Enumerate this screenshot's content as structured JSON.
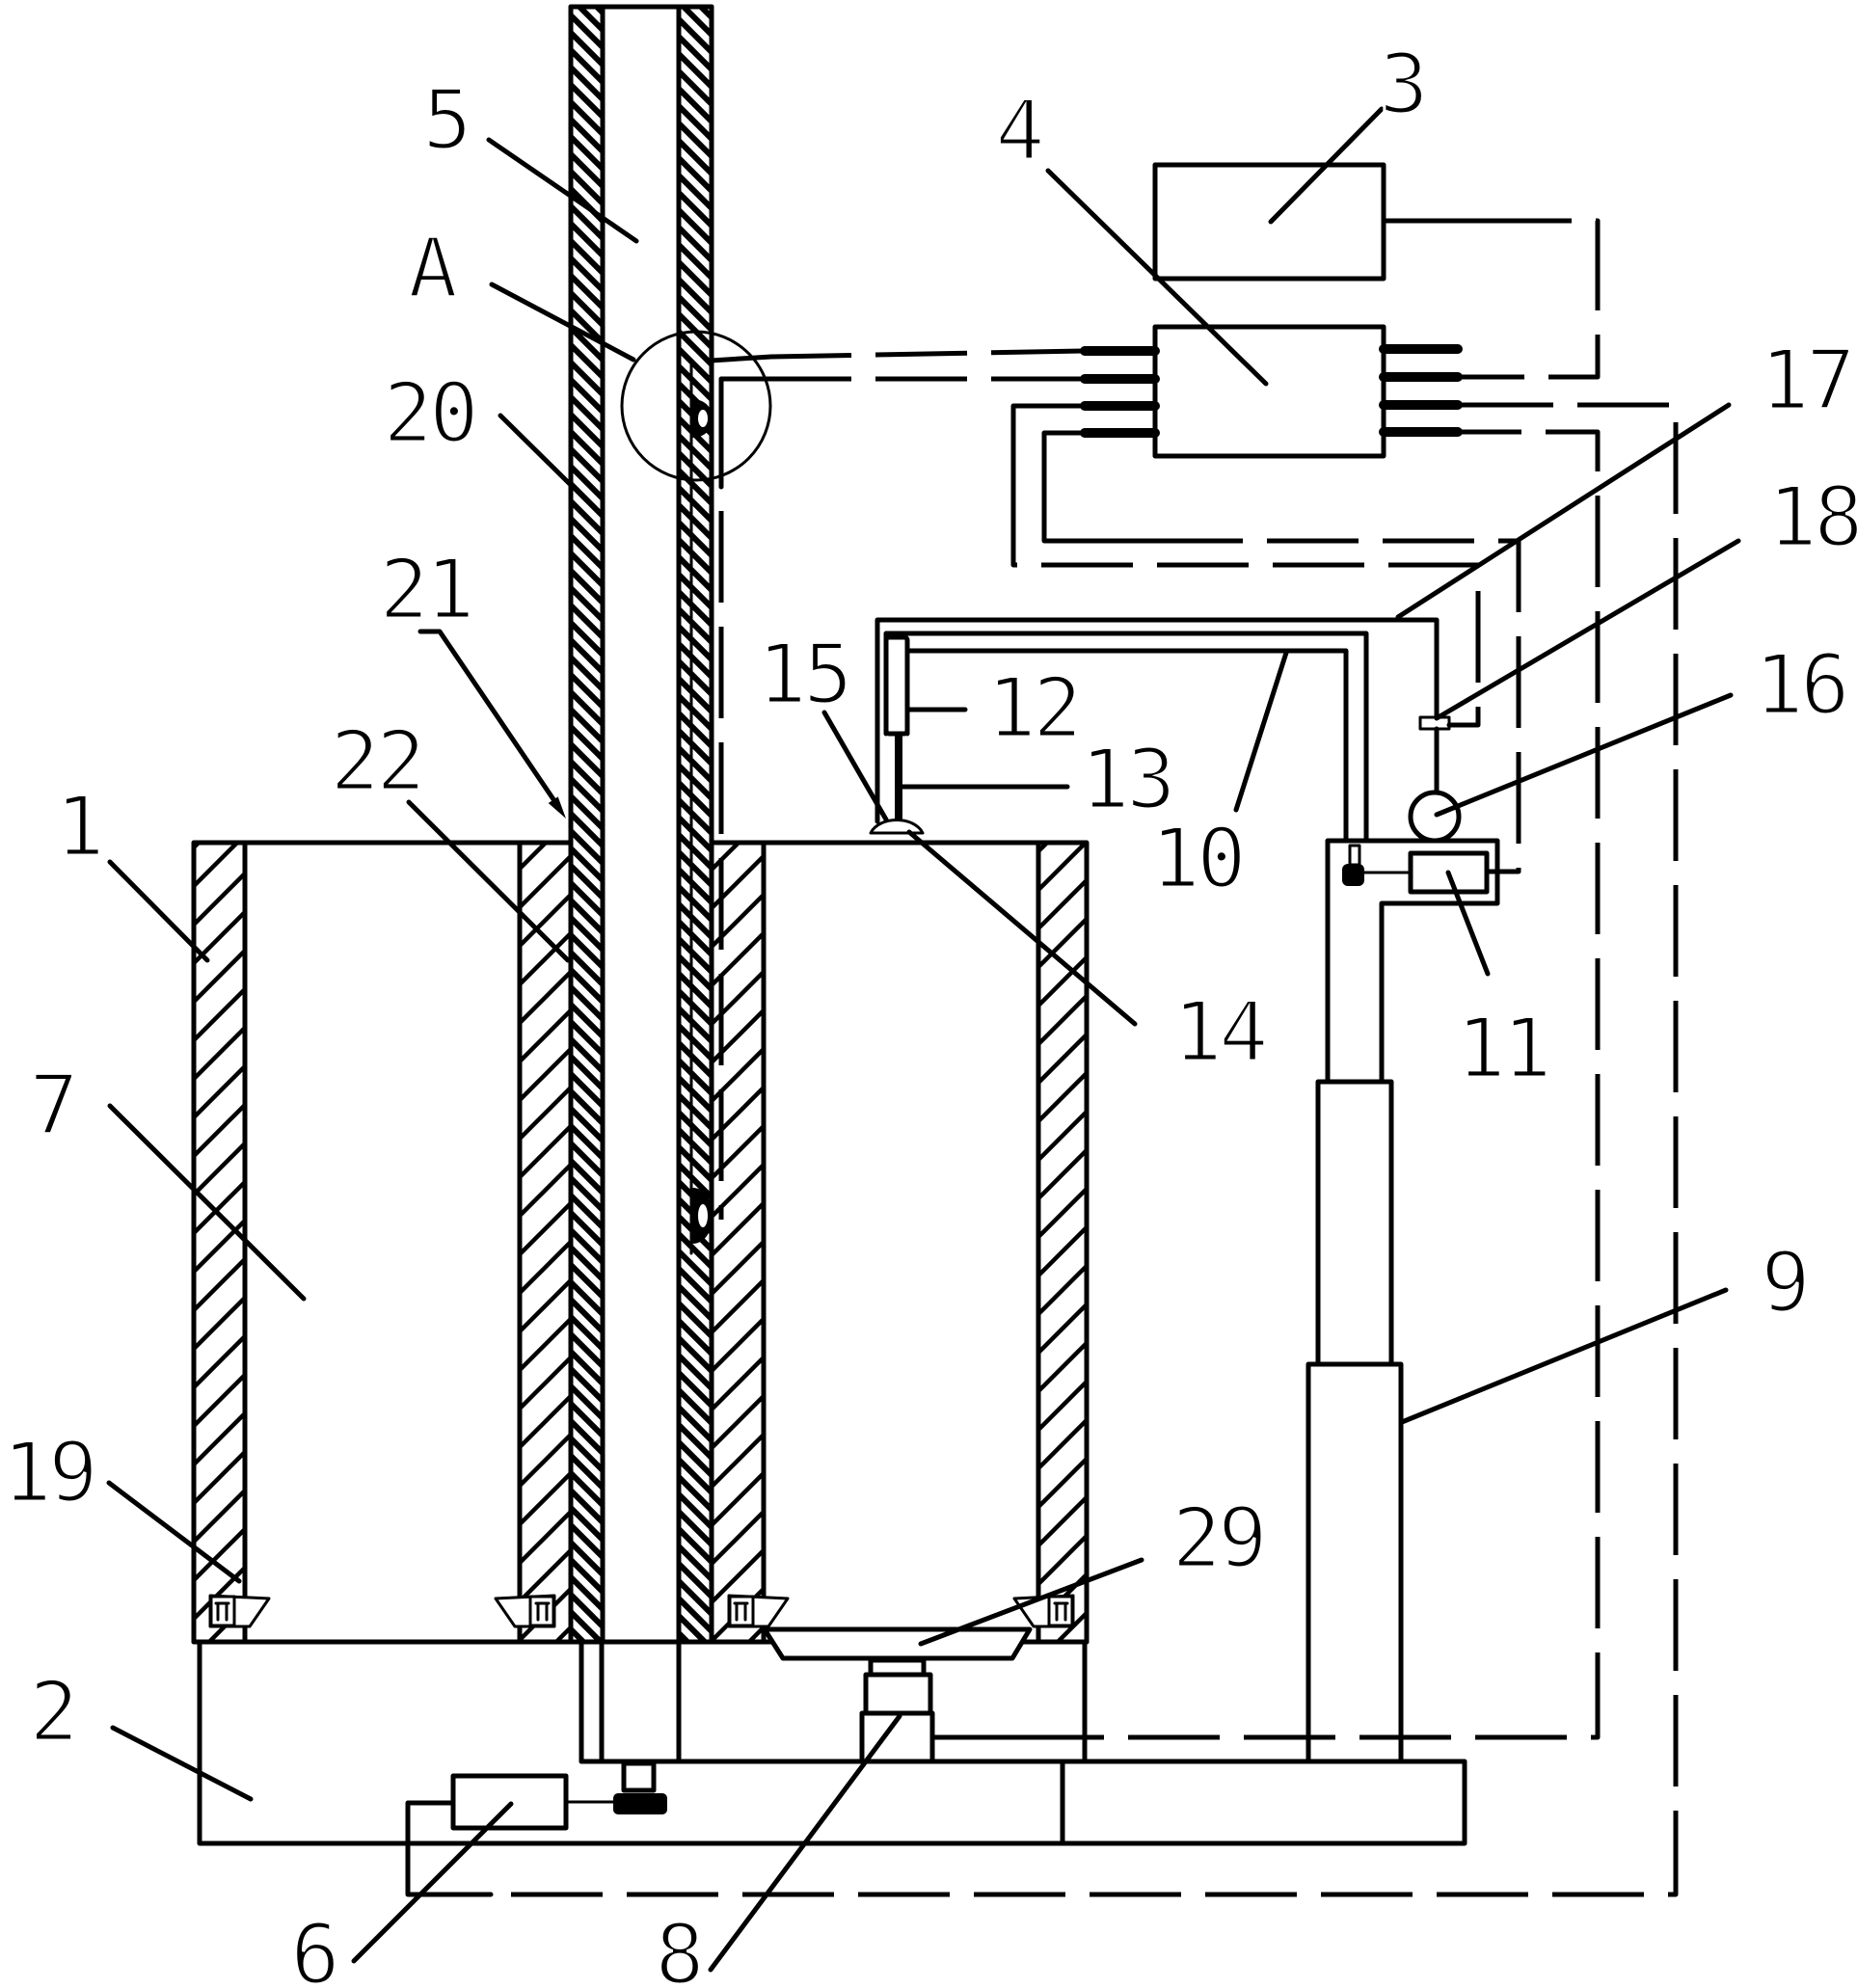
{
  "colors": {
    "ink": "#000000",
    "paper": "#ffffff"
  },
  "labels": {
    "ref_1": "1",
    "ref_2": "2",
    "ref_3": "3",
    "ref_4": "4",
    "ref_5": "5",
    "ref_6": "6",
    "ref_7": "7",
    "ref_8": "8",
    "ref_9": "9",
    "ref_10": "10",
    "ref_11": "11",
    "ref_12": "12",
    "ref_13": "13",
    "ref_14": "14",
    "ref_15": "15",
    "ref_16": "16",
    "ref_17": "17",
    "ref_18": "18",
    "ref_19": "19",
    "ref_20": "20",
    "ref_21": "21",
    "ref_22": "22",
    "ref_29": "29",
    "ref_A": "A"
  }
}
